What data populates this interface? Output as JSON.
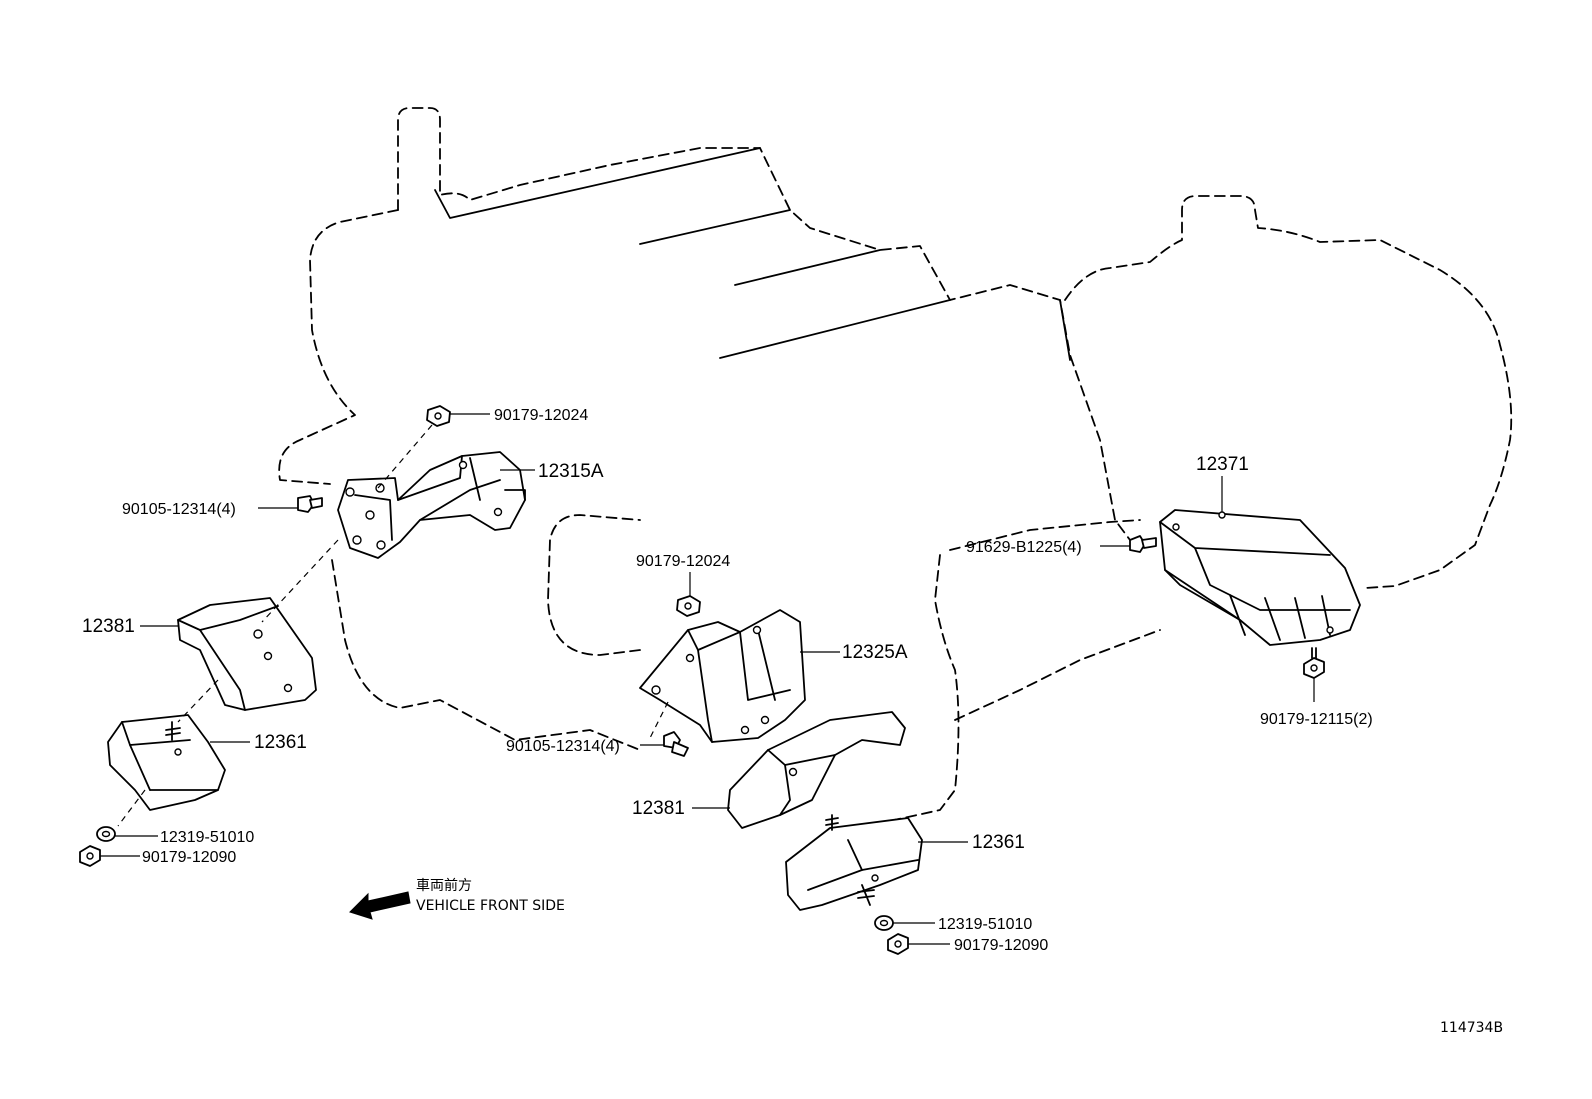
{
  "diagram": {
    "part_labels": {
      "p90179_12024_top": "90179-12024",
      "p12315A": "12315A",
      "p90105_12314_left": "90105-12314(4)",
      "p12381_left": "12381",
      "p12361_left": "12361",
      "p12319_51010_left": "12319-51010",
      "p90179_12090_left": "90179-12090",
      "p90179_12024_mid": "90179-12024",
      "p12325A": "12325A",
      "p90105_12314_mid": "90105-12314(4)",
      "p12381_mid": "12381",
      "p12361_right": "12361",
      "p12319_51010_right": "12319-51010",
      "p90179_12090_right": "90179-12090",
      "p12371": "12371",
      "p91629_B1225": "91629-B1225(4)",
      "p90179_12115": "90179-12115(2)"
    },
    "direction_note": {
      "jp": "車両前方",
      "en": "VEHICLE FRONT SIDE"
    },
    "figure_id": "114734B"
  }
}
